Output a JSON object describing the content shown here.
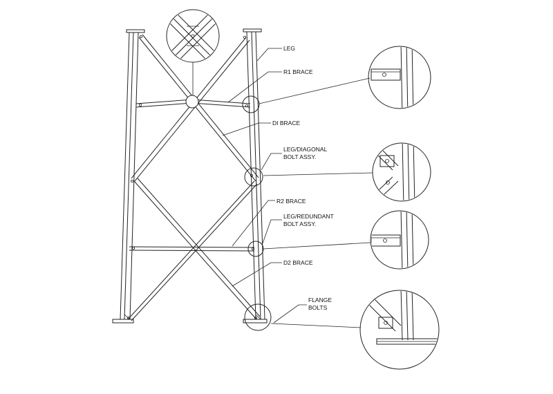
{
  "diagram": {
    "labels": {
      "leg": "LEG",
      "r1_brace": "R1 BRACE",
      "di_brace": "DI BRACE",
      "leg_diagonal_1": "LEG/DIAGONAL",
      "leg_diagonal_2": "BOLT ASSY.",
      "r2_brace": "R2 BRACE",
      "leg_redundant_1": "LEG/REDUNDANT",
      "leg_redundant_2": "BOLT ASSY.",
      "d2_brace": "D2 BRACE",
      "flange_1": "FLANGE",
      "flange_2": "BOLTS"
    }
  }
}
